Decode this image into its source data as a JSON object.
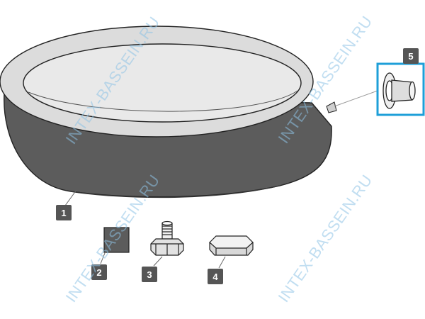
{
  "diagram": {
    "pool_fill_color": "#5c5c5c",
    "ring_fill_color": "#dcdcdc",
    "inner_fill_color": "#e9e9e9",
    "outline_color": "#222222",
    "callout_bg": "#555555",
    "highlight_color": "#1e9fd8",
    "parts": [
      {
        "number": "1",
        "icon": "inflatable-pool"
      },
      {
        "number": "2",
        "icon": "repair-patch"
      },
      {
        "number": "3",
        "icon": "drain-valve-connector"
      },
      {
        "number": "4",
        "icon": "drain-cap"
      },
      {
        "number": "5",
        "icon": "air-valve"
      }
    ]
  },
  "watermarks": [
    "INTEX-BASSEIN.RU",
    "INTEX-BASSEIN.RU",
    "INTEX-BASSEIN.RU",
    "INTEX-BASSEIN.RU"
  ]
}
